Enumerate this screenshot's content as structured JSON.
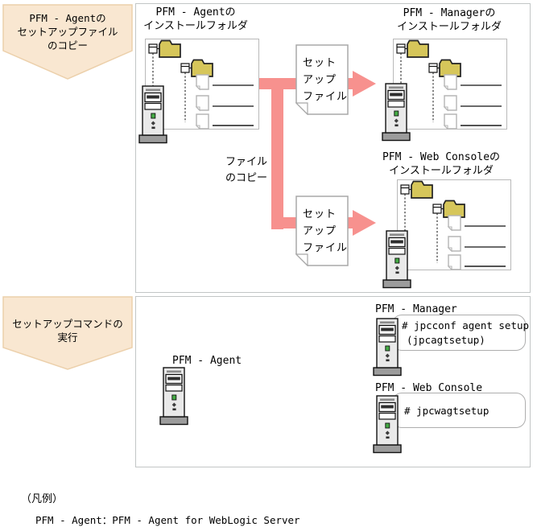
{
  "colors": {
    "arrow_pink": "#f7918e",
    "callout_fill": "#f9e7d1",
    "callout_border": "#ecd0ab",
    "folder_yellow": "#d6c65a",
    "frame_border": "#c2c6c6",
    "inner_box_border": "#b9b9b9",
    "doc_border": "#a8a8a8",
    "bubble_border": "#aeaeae",
    "server_body": "#e9e9e9",
    "server_base": "#9c9c9c",
    "text": "#000000"
  },
  "callouts": {
    "copy": {
      "line1": "PFM - Agentの",
      "line2": "セットアップファイル",
      "line3": "のコピー"
    },
    "exec": {
      "line1": "セットアップコマンドの",
      "line2": "実行"
    }
  },
  "top": {
    "agent_box": {
      "title1": "PFM - Agentの",
      "title2": "インストールフォルダ"
    },
    "manager_box": {
      "title1": "PFM - Managerの",
      "title2": "インストールフォルダ"
    },
    "web_box": {
      "title1": "PFM - Web Consoleの",
      "title2": "インストールフォルダ"
    },
    "doc_top": {
      "line1": "セット",
      "line2": "アップ",
      "line3": "ファイル"
    },
    "doc_bottom": {
      "line1": "セット",
      "line2": "アップ",
      "line3": "ファイル"
    },
    "copy_label": {
      "line1": "ファイル",
      "line2": "のコピー"
    }
  },
  "bottom": {
    "agent_label": "PFM - Agent",
    "manager_label": "PFM - Manager",
    "manager_cmd1": "# jpcconf agent setup",
    "manager_cmd2": "(jpcagtsetup)",
    "web_label": "PFM - Web Console",
    "web_cmd": "# jpcwagtsetup"
  },
  "legend": {
    "heading": "（凡例）",
    "entry": "PFM - Agent：PFM - Agent for WebLogic Server"
  },
  "icons": {
    "server": "server-tower-icon",
    "folder": "folder-icon",
    "file": "file-icon",
    "document": "setup-file-document-icon",
    "arrow": "copy-flow-arrow-icon",
    "callout": "chevron-down-callout-shape"
  }
}
